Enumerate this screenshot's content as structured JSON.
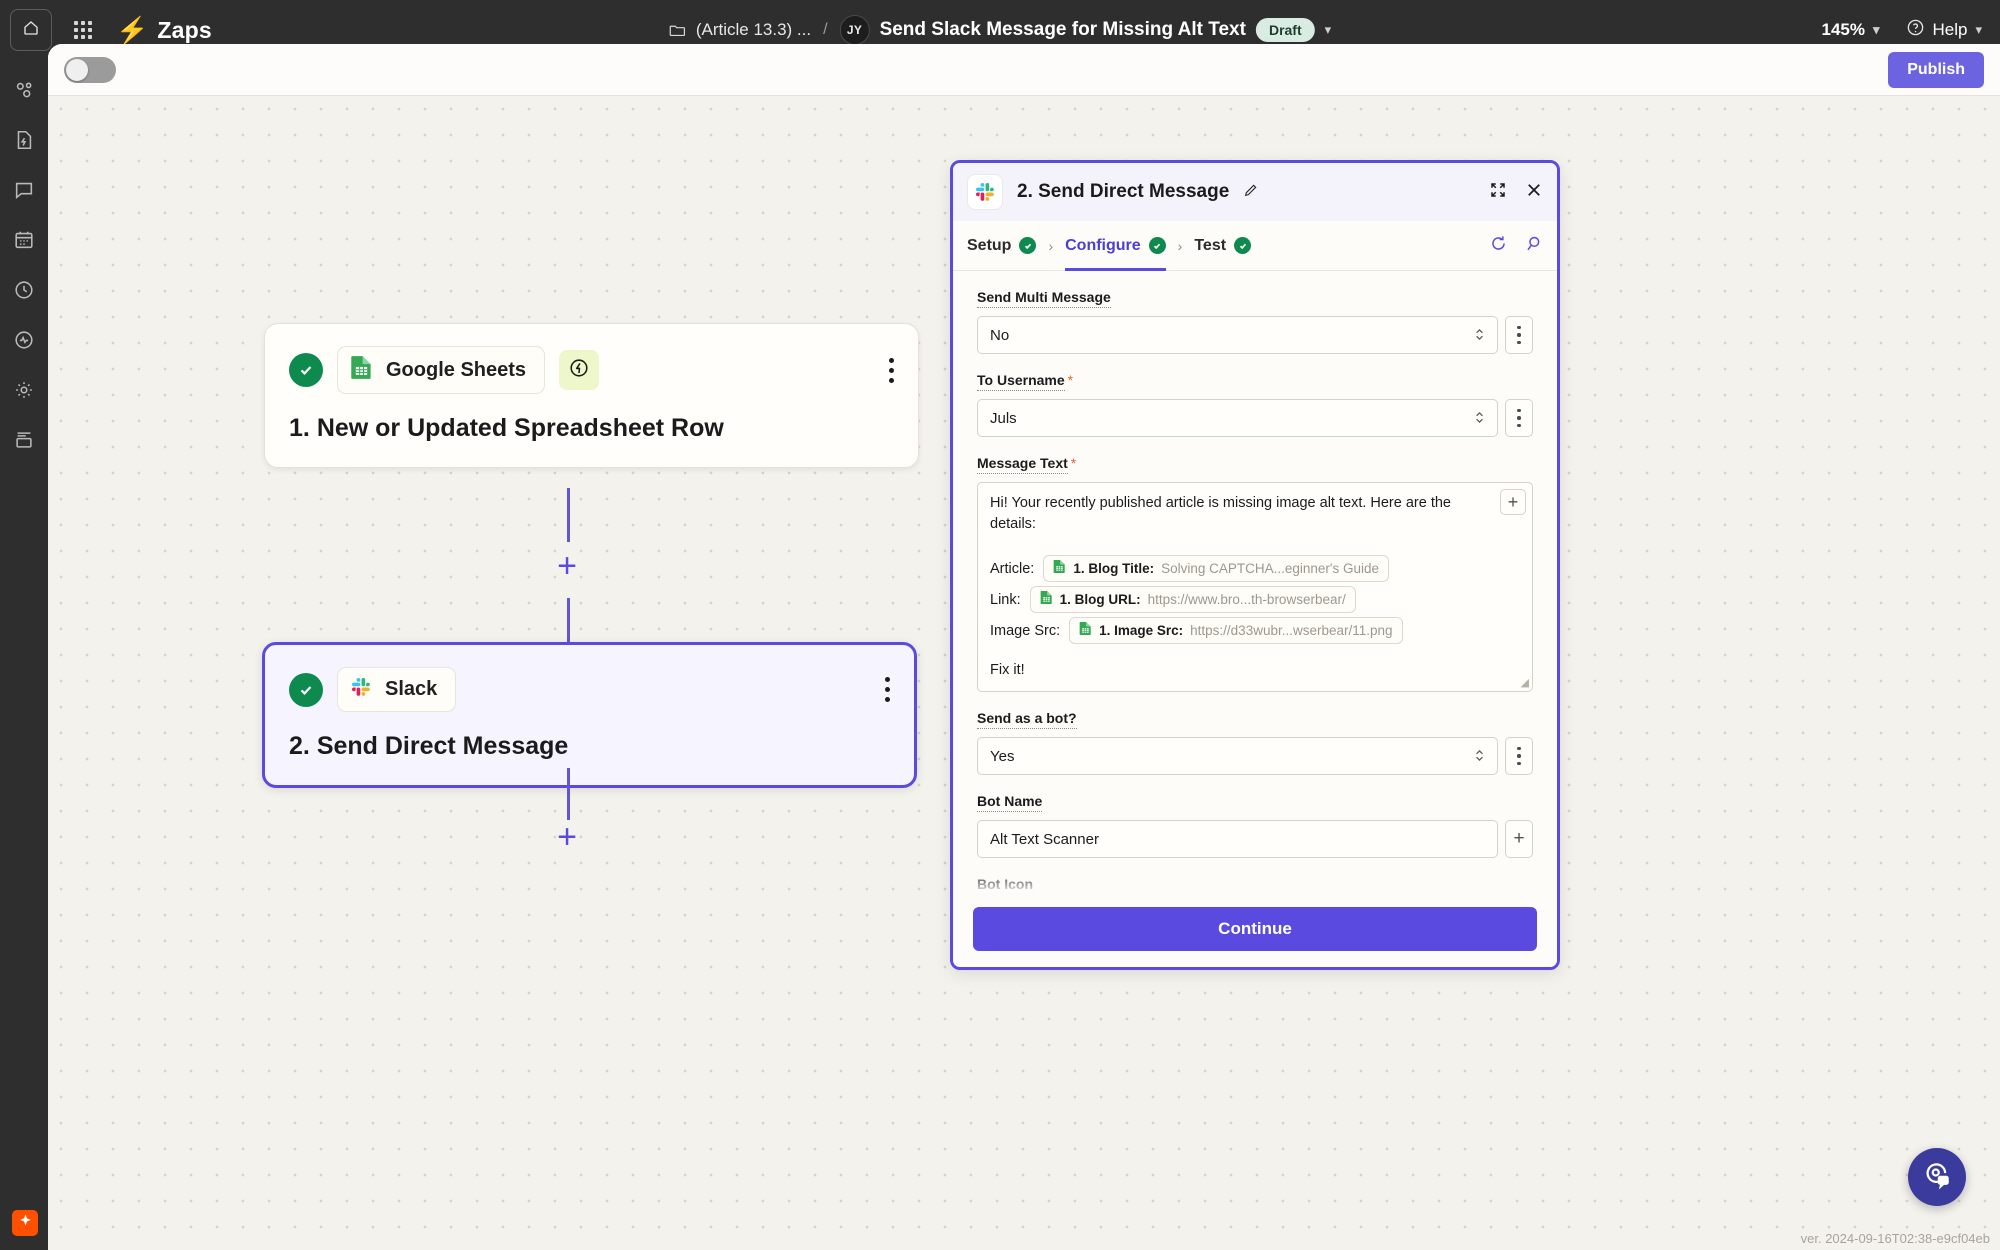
{
  "topbar": {
    "home_icon": "home-icon",
    "apps_icon": "app-grid-icon",
    "brand": "Zaps",
    "bolt_icon": "lightning-bolt-icon",
    "folder_icon": "folder-icon",
    "folder_name": "(Article 13.3) ...",
    "separator": "/",
    "avatar_initials": "JY",
    "zap_title": "Send Slack Message for Missing Alt Text",
    "status_badge": "Draft",
    "title_caret": "chevron-down-icon",
    "zoom_level": "145%",
    "help_label": "Help",
    "help_icon": "question-circle-icon"
  },
  "rail": {
    "items": [
      {
        "icon": "zaps-icon"
      },
      {
        "icon": "document-bolt-icon"
      },
      {
        "icon": "chat-bubble-icon"
      },
      {
        "icon": "calendar-icon"
      },
      {
        "icon": "clock-icon"
      },
      {
        "icon": "activity-monitor-icon"
      },
      {
        "icon": "gear-icon"
      },
      {
        "icon": "tables-icon"
      }
    ],
    "bottom_icon": "ai-sparkle-icon"
  },
  "subbar": {
    "toggle_icon": "toggle-switch-off",
    "publish_label": "Publish"
  },
  "canvas": {
    "nodes": [
      {
        "status_icon": "check-circle-icon",
        "app_icon": "google-sheets-icon",
        "app_name": "Google Sheets",
        "badge_icon": "lightning-bolt-icon",
        "title_number": "1.",
        "title": "New or Updated Spreadsheet Row",
        "menu_icon": "kebab-menu-icon",
        "selected": false
      },
      {
        "status_icon": "check-circle-icon",
        "app_icon": "slack-icon",
        "app_name": "Slack",
        "title_number": "2.",
        "title": "Send Direct Message",
        "menu_icon": "kebab-menu-icon",
        "selected": true
      }
    ],
    "add_step_icon": "plus-icon",
    "version": "ver. 2024-09-16T02:38-e9cf04eb",
    "fab_icon": "contact-support-icon"
  },
  "panel": {
    "app_icon": "slack-icon",
    "title": "2. Send Direct Message",
    "edit_icon": "pencil-icon",
    "expand_icon": "expand-icon",
    "close_icon": "close-icon",
    "tabs": [
      {
        "label": "Setup",
        "state_icon": "check-icon",
        "active": false
      },
      {
        "label": "Configure",
        "state_icon": "check-icon",
        "active": true
      },
      {
        "label": "Test",
        "state_icon": "check-icon",
        "active": false
      }
    ],
    "tab_separator": "›",
    "refresh_icon": "refresh-icon",
    "search_icon": "search-icon",
    "fields": {
      "send_multi_message": {
        "label": "Send Multi Message",
        "required": false,
        "value": "No",
        "control": "dropdown",
        "menu_icon": "kebab-menu-icon"
      },
      "to_username": {
        "label": "To Username",
        "required": true,
        "value": "Juls",
        "control": "dropdown",
        "menu_icon": "kebab-menu-icon"
      },
      "message_text": {
        "label": "Message Text",
        "required": true,
        "add_icon": "plus-icon",
        "intro": "Hi! Your recently published article is missing image alt text. Here are the details:",
        "tokens": [
          {
            "key": "Article:",
            "icon": "google-sheets-icon",
            "field": "1. Blog Title:",
            "value": "Solving CAPTCHA...eginner's Guide"
          },
          {
            "key": "Link:",
            "icon": "google-sheets-icon",
            "field": "1. Blog URL:",
            "value": "https://www.bro...th-browserbear/"
          },
          {
            "key": "Image Src:",
            "icon": "google-sheets-icon",
            "field": "1. Image Src:",
            "value": "https://d33wubr...wserbear/11.png"
          }
        ],
        "outro": "Fix it!"
      },
      "send_as_bot": {
        "label": "Send as a bot?",
        "required": false,
        "value": "Yes",
        "control": "dropdown",
        "menu_icon": "kebab-menu-icon"
      },
      "bot_name": {
        "label": "Bot Name",
        "required": false,
        "value": "Alt Text Scanner",
        "control": "text",
        "add_icon": "plus-icon"
      },
      "bot_icon": {
        "label": "Bot Icon",
        "required": false
      }
    },
    "continue_label": "Continue"
  },
  "colors": {
    "brand_purple": "#5b4ae0",
    "zapier_orange": "#ff4f00",
    "success_green": "#0e8a4e",
    "canvas_bg": "#f4f2ed",
    "panel_bg": "#fdfcf9"
  }
}
